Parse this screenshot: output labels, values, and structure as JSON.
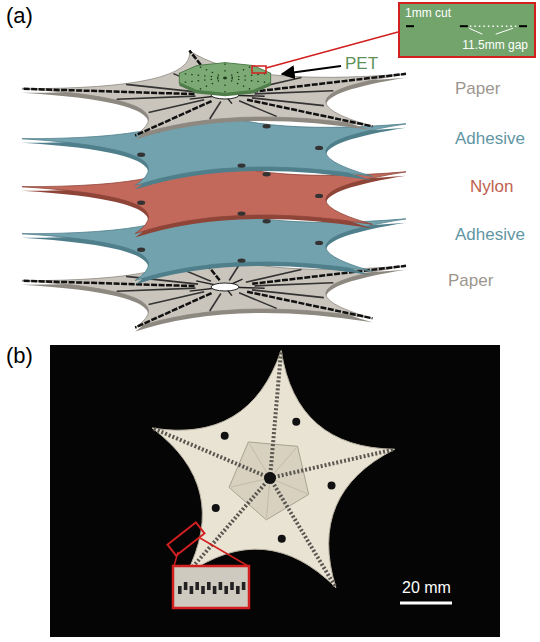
{
  "diagram": {
    "nodes": [
      {
        "text": [
          "1mm cut",
          "11.5mm gap"
        ]
      }
    ],
    "labels": [
      "(a)",
      "PET",
      "Paper",
      "Adhesive",
      "Nylon",
      "Adhesive",
      "Paper",
      "(b)",
      "20 mm"
    ]
  }
}
